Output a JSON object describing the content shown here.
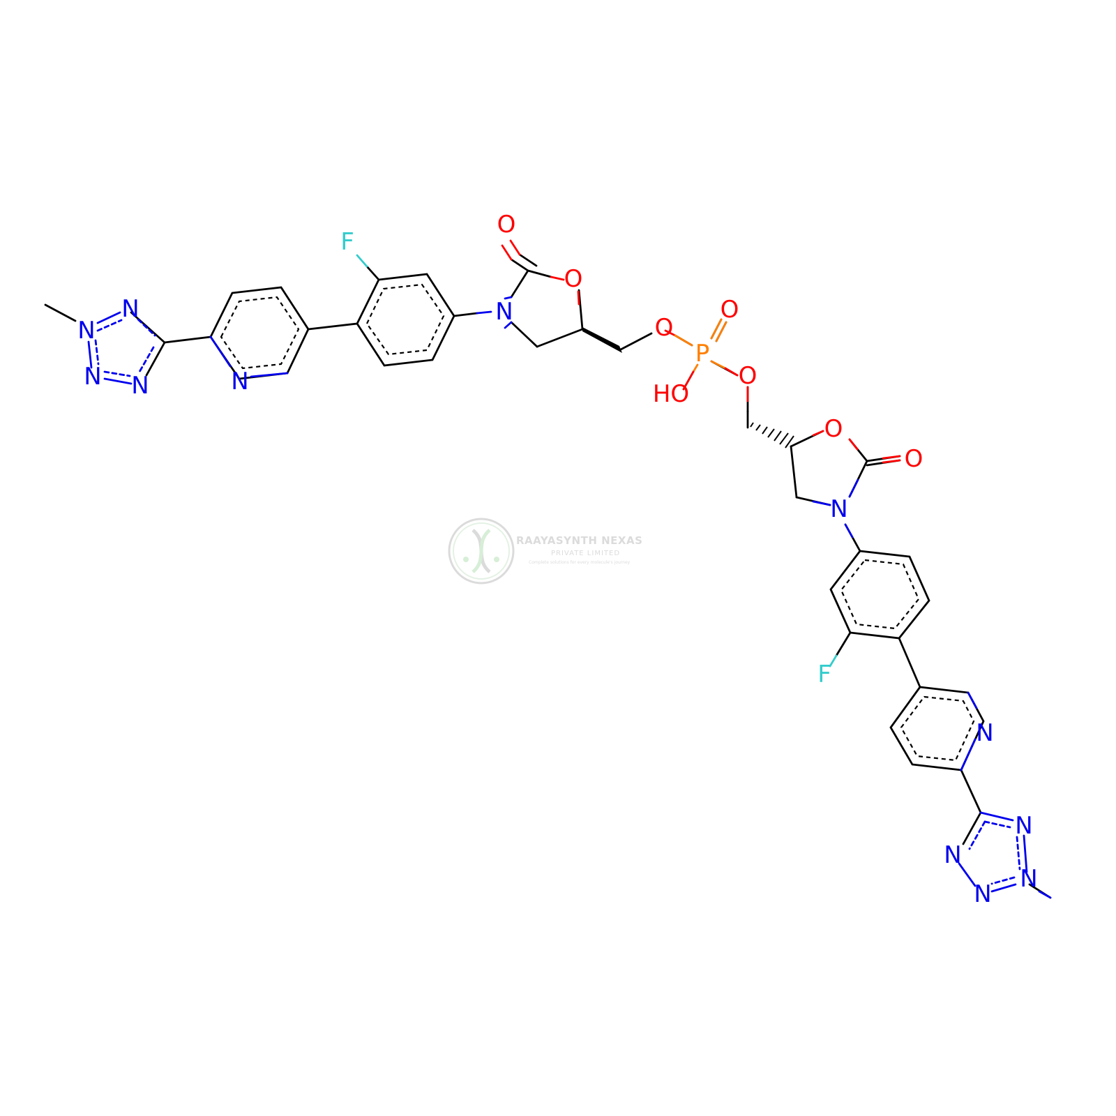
{
  "colors": {
    "carbon": "#000000",
    "nitrogen": "#0000ee",
    "oxygen": "#ff0000",
    "fluorine": "#33cccc",
    "phosphorus": "#ff8000"
  },
  "watermark": {
    "company": "RAAYASYNTH NEXAS",
    "subtitle": "PRIVATE LIMITED",
    "tagline": "Complete solutions for every molecule's journey",
    "logo": "dna-helix-icon"
  },
  "atoms": {
    "f_top": "F",
    "o_carbonyl_top": "O",
    "o_ring_top": "O",
    "n_oxaz_top": "N",
    "o_link_left": "O",
    "o_p_double": "O",
    "p_center": "P",
    "o_link_right": "O",
    "oh": "HO",
    "o_ring_bottom": "O",
    "o_carbonyl_bottom": "O",
    "n_oxaz_bottom": "N",
    "f_bottom": "F",
    "n_pyr_top": "N",
    "n_pyr_bottom": "N",
    "n_tz_top_1": "N",
    "n_tz_top_2": "N",
    "n_tz_top_3": "N",
    "n_tz_top_4": "N",
    "n_tz_bot_1": "N",
    "n_tz_bot_2": "N",
    "n_tz_bot_3": "N",
    "n_tz_bot_4": "N"
  }
}
